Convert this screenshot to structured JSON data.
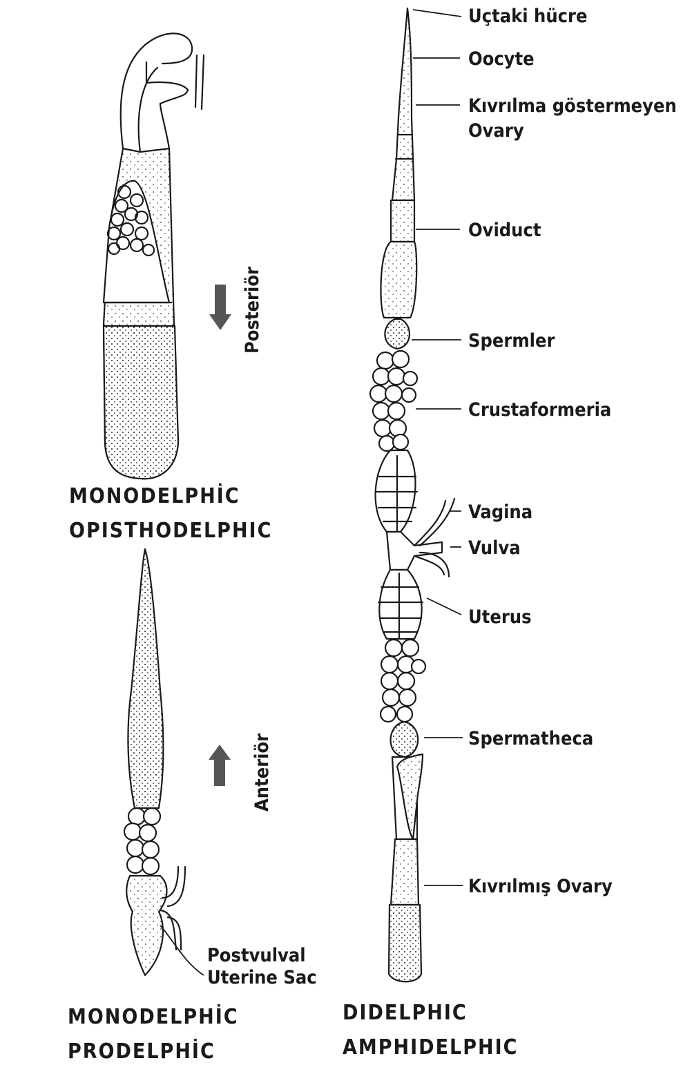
{
  "colors": {
    "ink": "#1a1a1a",
    "background": "#ffffff",
    "arrow": "#555555"
  },
  "direction_labels": {
    "posterior": "Posteriör",
    "anterior": "Anteriör"
  },
  "captions": {
    "opistho_line1": "MONODELPHİC",
    "opistho_line2": "OPISTHODELPHIC",
    "prodel_line1": "MONODELPHİC",
    "prodel_line2": "PRODELPHİC",
    "didel_line1": "DIDELPHIC",
    "didel_line2": "AMPHIDELPHIC"
  },
  "prodelphic_labels": {
    "postvulval_line1": "Postvulval",
    "postvulval_line2": "Uterine Sac"
  },
  "didelphic_labels": {
    "tip_cell": "Uçtaki hücre",
    "oocyte": "Oocyte",
    "unflexed_ovary_line1": "Kıvrılma göstermeyen",
    "unflexed_ovary_line2": "Ovary",
    "oviduct": "Oviduct",
    "sperm": "Spermler",
    "crustaformeria": "Crustaformeria",
    "vagina": "Vagina",
    "vulva": "Vulva",
    "uterus": "Uterus",
    "spermatheca": "Spermatheca",
    "flexed_ovary": "Kıvrılmış Ovary"
  }
}
